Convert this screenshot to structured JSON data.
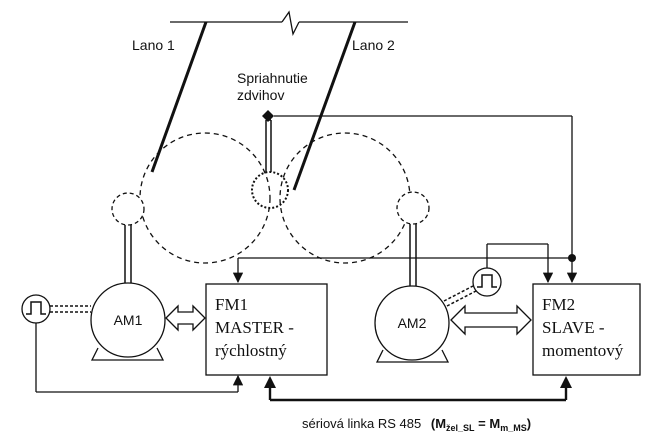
{
  "labels": {
    "rope1": "Lano 1",
    "rope2": "Lano 2",
    "coupling_line1": "Spriahnutie",
    "coupling_line2": "zdvihov",
    "motor1": "AM1",
    "motor2": "AM2"
  },
  "converters": {
    "fm1": {
      "line1": "FM1",
      "line2": "MASTER -",
      "line3": "rýchlostný"
    },
    "fm2": {
      "line1": "FM2",
      "line2": "SLAVE -",
      "line3": "momentový"
    }
  },
  "serial_link": {
    "text": "sériová linka RS 485",
    "formula_open": "(M",
    "formula_sub1": "žel_SL",
    "formula_eq": " = M",
    "formula_sub2": "m_MS",
    "formula_close": ")"
  },
  "icons": {
    "encoder": "encoder-pulse-icon"
  }
}
